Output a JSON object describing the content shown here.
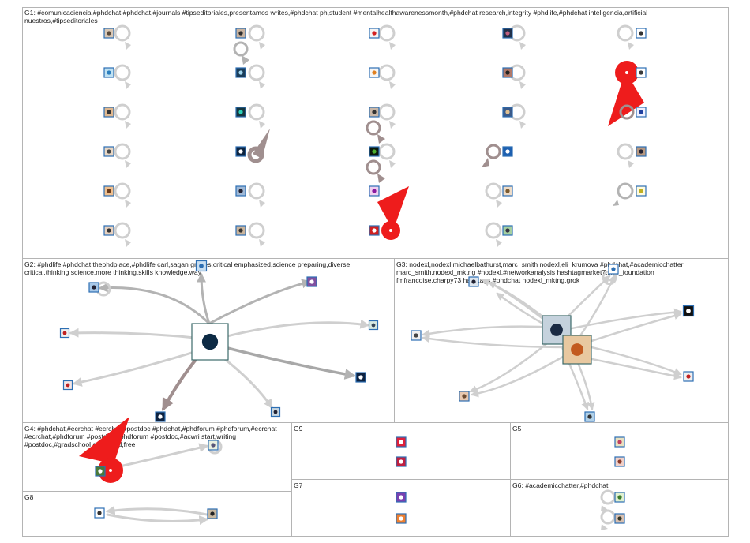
{
  "groups": [
    {
      "id": "G1",
      "label_lines": [
        "G1: #comunicaciencia,#phdchat  #phdchat,#journals  #tipseditoriales,presentamos  writes,#phdchat  ph,student  #mentalhealthawarenessmonth,#phdchat  research,integrity  #phdlife,#phdchat  inteligencia,artificial",
        "nuestros,#tipseditoriales"
      ]
    },
    {
      "id": "G2",
      "label_lines": [
        "G2: #phdlife,#phdchat  thephdplace,#phdlife  carl,sagan  grades,critical  emphasized,science  preparing,diverse",
        "critical,thinking  science,more  thinking,skills  knowledge,way"
      ]
    },
    {
      "id": "G3",
      "label_lines": [
        "G3: nodexl,nodexl  michaelbathurst,marc_smith  nodexl,eli_krumova  #phdchat,#academicchatter",
        "marc_smith,nodexl_mktng  #nodexl,#networkanalysis  hashtagmarket7,smr_foundation",
        "fmfrancoise,charpy73  hashtags,#phdchat  nodexl_mktng,grok"
      ]
    },
    {
      "id": "G4",
      "label_lines": [
        "G4: #phdchat,#ecrchat  #ecrchat,#postdoc  #phdchat,#phdforum  #phdforum,#ecrchat",
        "#ecrchat,#phdforum  #postdoc,#phdforum  #postdoc,#acwri  start,writing",
        "#postdoc,#gradschool  download,free"
      ]
    },
    {
      "id": "G9",
      "label_lines": [
        "G9"
      ]
    },
    {
      "id": "G5",
      "label_lines": [
        "G5"
      ]
    },
    {
      "id": "G8",
      "label_lines": [
        "G8"
      ]
    },
    {
      "id": "G7",
      "label_lines": [
        "G7"
      ]
    },
    {
      "id": "G6",
      "label_lines": [
        "G6: #academicchatter,#phdchat"
      ]
    }
  ],
  "colors": {
    "panel_border": "#b4b4b4",
    "edge_light": "#cfcfcf",
    "edge_mid": "#b3b3b3",
    "edge_dark": "#a08f8f",
    "edge_red": "#ee1c1c",
    "node_frame": "#2d6fb3"
  }
}
